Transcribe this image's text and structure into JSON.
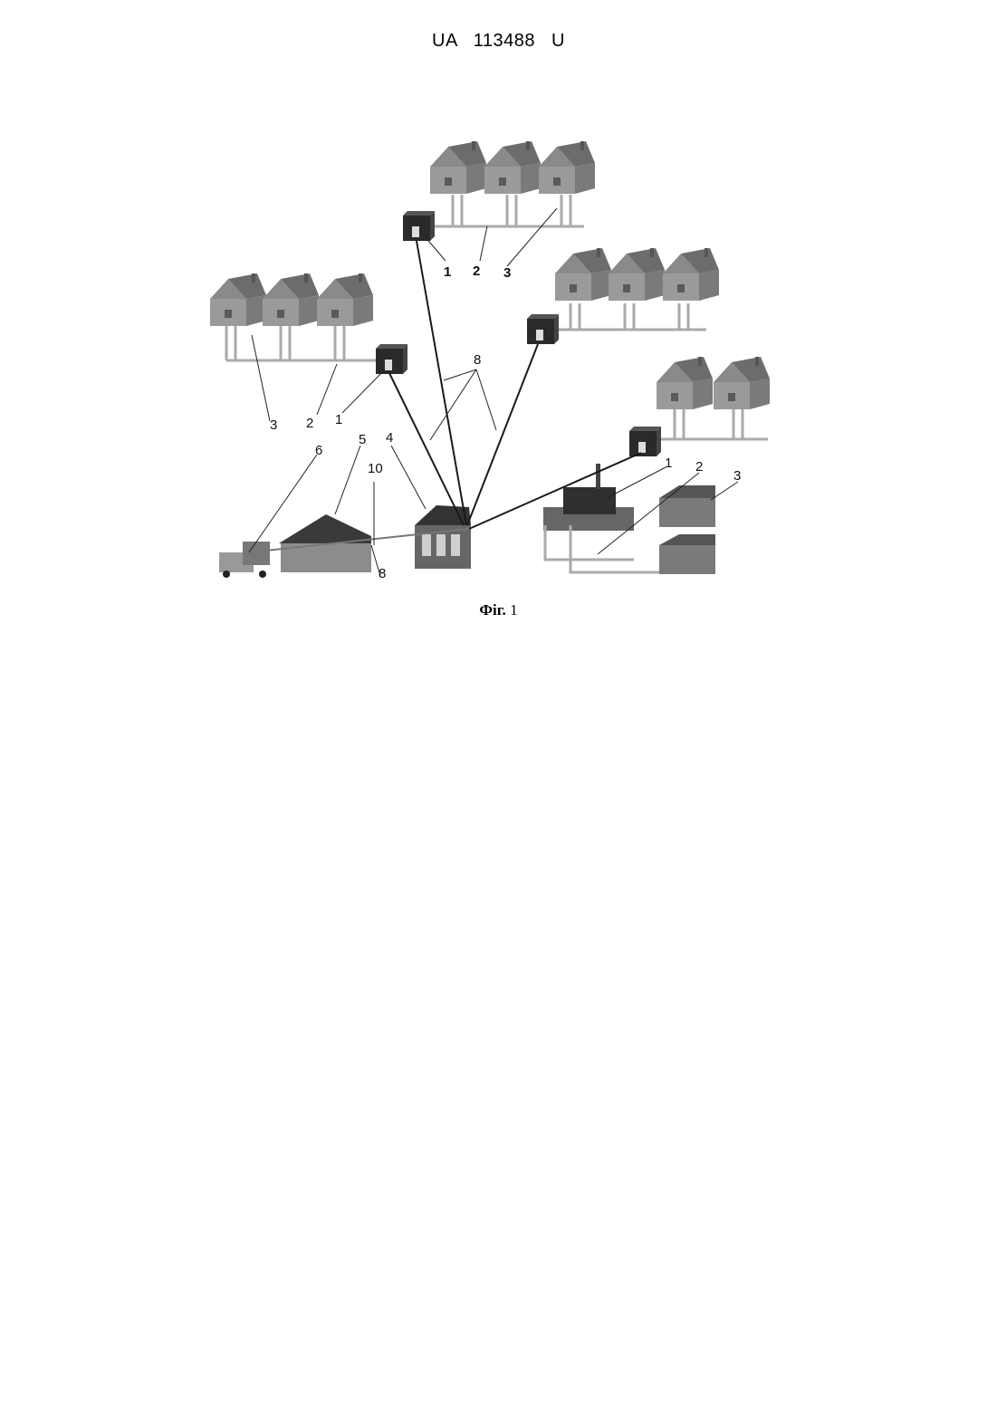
{
  "header": {
    "patent_number": "UA   113488   U"
  },
  "figure": {
    "caption_prefix": "Фіг.",
    "caption_number": "1",
    "labels": {
      "top_1": "1",
      "top_2": "2",
      "top_3": "3",
      "left_3": "3",
      "left_2": "2",
      "left_1": "1",
      "center_8": "8",
      "bottom_6": "6",
      "bottom_5": "5",
      "bottom_10": "10",
      "bottom_4": "4",
      "bottom_8": "8",
      "right_1": "1",
      "right_2": "2",
      "right_3": "3"
    }
  }
}
